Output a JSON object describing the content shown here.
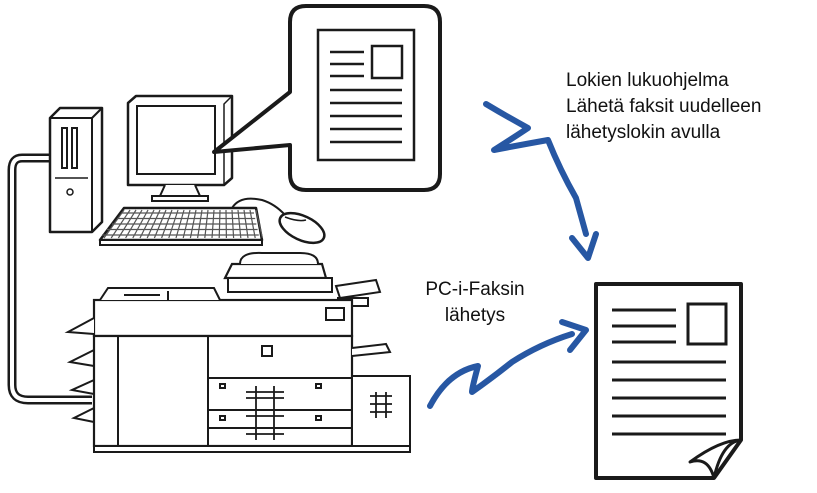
{
  "labels": {
    "log_viewer_line1": "Lokien lukuohjelma",
    "log_viewer_line2": "Lähetä faksit uudelleen",
    "log_viewer_line3": "lähetyslokin avulla",
    "pc_fax_line1": "PC-i-Faksin",
    "pc_fax_line2": "lähetys"
  },
  "colors": {
    "arrow": "#2757a3",
    "outline": "#1a1a1a",
    "fill": "#ffffff",
    "key": "#555555"
  },
  "icons": [
    "computer-tower-icon",
    "monitor-icon",
    "keyboard-icon",
    "mouse-icon",
    "speech-bubble-document-icon",
    "printer-mfp-icon",
    "fax-document-icon",
    "lightning-arrow-icon"
  ]
}
